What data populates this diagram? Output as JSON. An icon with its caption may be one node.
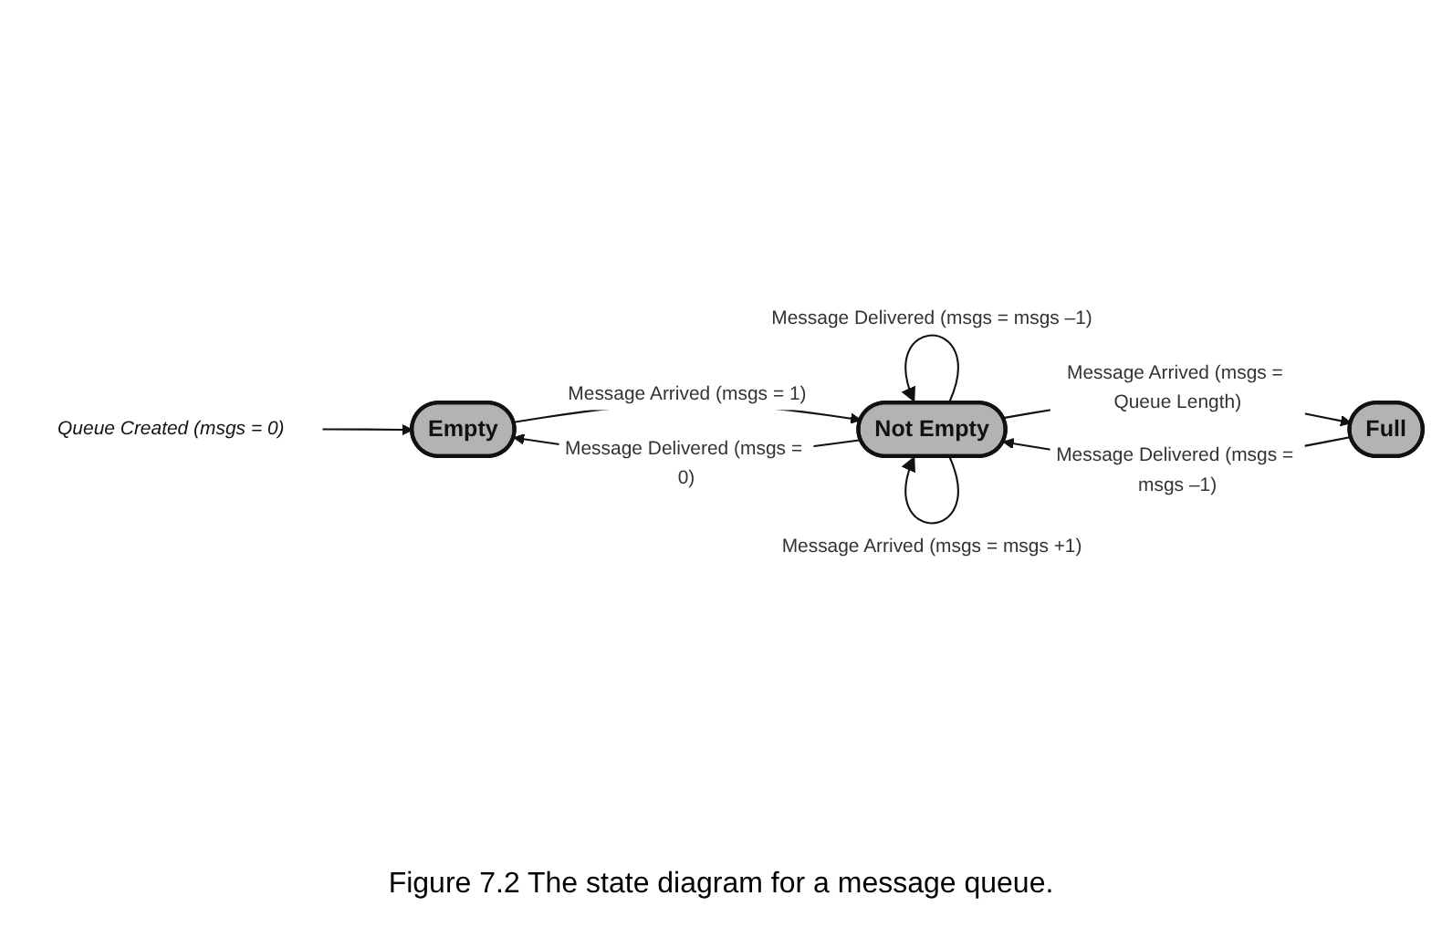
{
  "diagram": {
    "caption": "Figure 7.2 The state diagram for a message queue.",
    "nodes": [
      {
        "text": [
          "Queue Created (msgs = 0)"
        ]
      },
      {
        "text": [
          "Empty"
        ]
      },
      {
        "text": [
          "Not Empty"
        ]
      },
      {
        "text": [
          "Full"
        ]
      }
    ],
    "edges": [
      {
        "from": 0,
        "to": 1,
        "arrow": "to"
      },
      {
        "from": 2,
        "to": 1,
        "arrow": "to",
        "label": "Message Delivered (msgs = 0)"
      },
      {
        "from": 1,
        "to": 2,
        "arrow": "to",
        "label": "Message Arrived (msgs = 1)"
      },
      {
        "from": 2,
        "to": 2,
        "arrow": "to",
        "label": "Message Delivered (msgs = msgs –1)"
      },
      {
        "from": 2,
        "to": 2,
        "arrow": "to",
        "label": "Message Arrived (msgs = msgs +1)"
      },
      {
        "from": 3,
        "to": 2,
        "arrow": "to",
        "label": "Message Delivered (msgs = msgs –1)"
      },
      {
        "from": 2,
        "to": 3,
        "arrow": "to",
        "label": "Message Arrived (msgs = Queue Length)"
      }
    ]
  }
}
